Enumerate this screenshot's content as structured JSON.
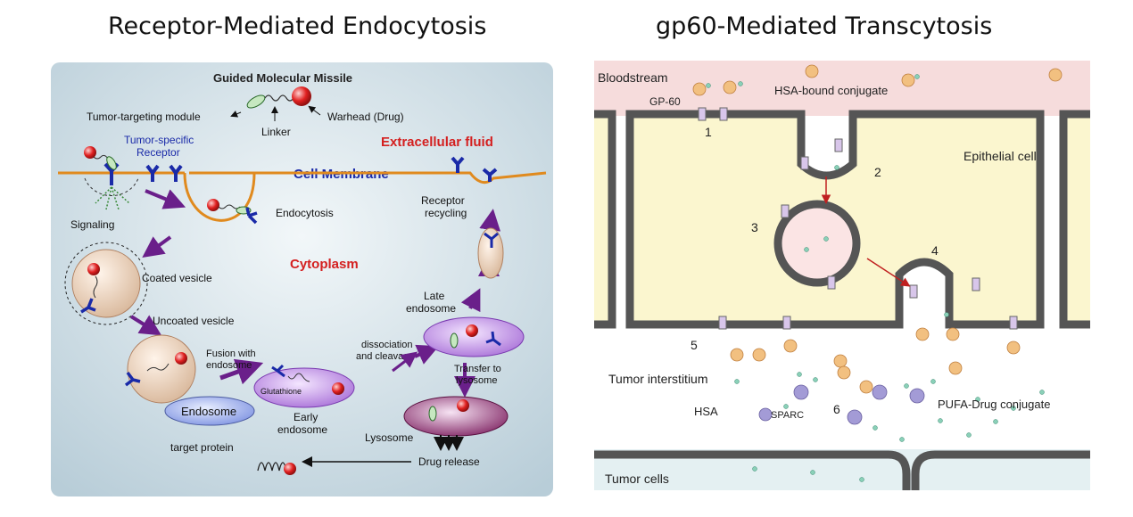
{
  "titles": {
    "left": "Receptor-Mediated Endocytosis",
    "right": "gp60-Mediated Transcytosis"
  },
  "left_diagram": {
    "missile_title": "Guided Molecular Missile",
    "targeting_module": "Tumor-targeting module",
    "warhead": "Warhead (Drug)",
    "linker": "Linker",
    "receptor_line1": "Tumor-specific",
    "receptor_line2": "Receptor",
    "extracellular": "Extracellular fluid",
    "cell_membrane": "Cell Membrane",
    "signaling": "Signaling",
    "endocytosis": "Endocytosis",
    "receptor_recycling_1": "Receptor",
    "receptor_recycling_2": "recycling",
    "cytoplasm": "Cytoplasm",
    "coated_vesicle": "Coated vesicle",
    "uncoated_vesicle": "Uncoated vesicle",
    "late_endosome_1": "Late",
    "late_endosome_2": "endosome",
    "dissociation_1": "dissociation",
    "dissociation_2": "and cleavage",
    "fusion_1": "Fusion with",
    "fusion_2": "endosome",
    "transfer_1": "Transfer to",
    "transfer_2": "lysosome",
    "glutathione": "Glutathione",
    "endosome": "Endosome",
    "early_endosome_1": "Early",
    "early_endosome_2": "endosome",
    "lysosome": "Lysosome",
    "target_protein": "target protein",
    "drug_release": "Drug release"
  },
  "right_diagram": {
    "bloodstream": "Bloodstream",
    "gp60": "GP-60",
    "hsa_bound": "HSA-bound conjugate",
    "step1": "1",
    "step2": "2",
    "step3": "3",
    "step4": "4",
    "step5": "5",
    "step6": "6",
    "epithelial": "Epithelial cell",
    "tumor_interstitium": "Tumor interstitium",
    "hsa": "HSA",
    "sparc": "SPARC",
    "pufa": "PUFA-Drug conjugate",
    "tumor_cells": "Tumor cells"
  },
  "colors": {
    "membrane_orange": "#e08a1e",
    "receptor_blue": "#1a2aa8",
    "arrow_purple": "#6a1f8a",
    "label_red": "#d42020",
    "bloodstream_pink": "#f6dcdc",
    "cell_yellow": "#fbf6cf",
    "tumor_cell_blue": "#e4f0f2"
  }
}
